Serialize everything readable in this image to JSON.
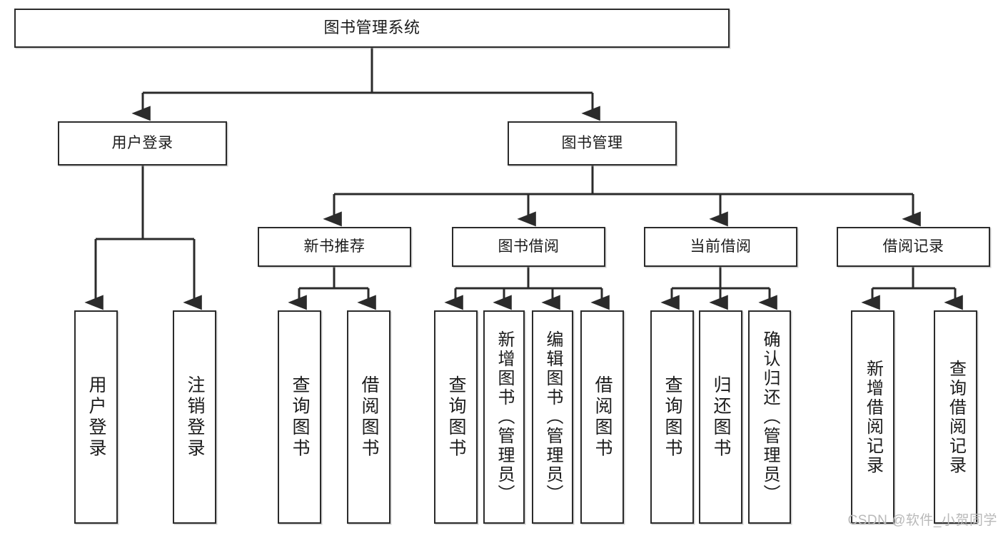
{
  "diagram": {
    "title": "图书管理系统",
    "watermark": "CSDN @软件_小贺同学",
    "colors": {
      "box_border": "#2b2b2b",
      "box_fill": "#ffffff",
      "connector": "#2b2b2b",
      "text": "#1b1b1b",
      "watermark": "#b9b9b9",
      "background": "#ffffff"
    },
    "levels": {
      "root": "图书管理系统",
      "level2": [
        "用户登录",
        "图书管理"
      ],
      "level3": [
        "新书推荐",
        "图书借阅",
        "当前借阅",
        "借阅记录"
      ]
    },
    "nodes": {
      "root": {
        "label": "图书管理系统"
      },
      "user_login": {
        "label": "用户登录"
      },
      "book_manage": {
        "label": "图书管理"
      },
      "new_book_rec": {
        "label": "新书推荐"
      },
      "book_borrow": {
        "label": "图书借阅"
      },
      "current_borrow": {
        "label": "当前借阅"
      },
      "borrow_record": {
        "label": "借阅记录"
      },
      "leaf_user_login": {
        "label": "用户登录"
      },
      "leaf_logout": {
        "label": "注销登录"
      },
      "leaf_query_book_1": {
        "label": "查询图书"
      },
      "leaf_borrow_book_1": {
        "label": "借阅图书"
      },
      "leaf_query_book_2": {
        "label": "查询图书"
      },
      "leaf_add_book": {
        "label": "新增图书（管理员）"
      },
      "leaf_edit_book": {
        "label": "编辑图书（管理员）"
      },
      "leaf_borrow_book_2": {
        "label": "借阅图书"
      },
      "leaf_query_book_3": {
        "label": "查询图书"
      },
      "leaf_return_book": {
        "label": "归还图书"
      },
      "leaf_confirm_return": {
        "label": "确认归还（管理员）"
      },
      "leaf_add_record": {
        "label": "新增借阅记录"
      },
      "leaf_query_record": {
        "label": "查询借阅记录"
      }
    },
    "tree": [
      {
        "label": "图书管理系统",
        "children": [
          {
            "label": "用户登录",
            "children": [
              {
                "label": "用户登录"
              },
              {
                "label": "注销登录"
              }
            ]
          },
          {
            "label": "图书管理",
            "children": [
              {
                "label": "新书推荐",
                "children": [
                  {
                    "label": "查询图书"
                  },
                  {
                    "label": "借阅图书"
                  }
                ]
              },
              {
                "label": "图书借阅",
                "children": [
                  {
                    "label": "查询图书"
                  },
                  {
                    "label": "新增图书（管理员）"
                  },
                  {
                    "label": "编辑图书（管理员）"
                  },
                  {
                    "label": "借阅图书"
                  }
                ]
              },
              {
                "label": "当前借阅",
                "children": [
                  {
                    "label": "查询图书"
                  },
                  {
                    "label": "归还图书"
                  },
                  {
                    "label": "确认归还（管理员）"
                  }
                ]
              },
              {
                "label": "借阅记录",
                "children": [
                  {
                    "label": "新增借阅记录"
                  },
                  {
                    "label": "查询借阅记录"
                  }
                ]
              }
            ]
          }
        ]
      }
    ]
  }
}
